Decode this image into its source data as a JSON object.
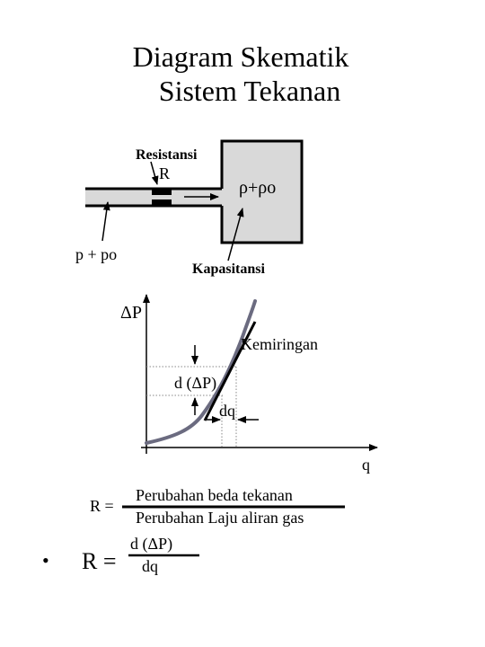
{
  "title": {
    "line1": "Diagram Skematik",
    "line2": "Sistem Tekanan"
  },
  "schematic": {
    "resistance_label": "Resistansi",
    "resistance_symbol": "R",
    "tank_label": "ρ+ρo",
    "inlet_label": "p + po",
    "capacitance_label": "Kapasitansi"
  },
  "graph": {
    "y_axis_label": "ΔP",
    "x_axis_label": "q",
    "slope_label": "Kemiringan",
    "delta_p_label": "d (ΔP)",
    "dq_label": "dq"
  },
  "formula1": {
    "lhs": "R =",
    "numerator": "Perubahan beda tekanan",
    "denominator": "Perubahan Laju aliran gas"
  },
  "formula2": {
    "bullet": "•",
    "lhs": "R =",
    "numerator": "d (ΔP)",
    "denominator": "dq"
  },
  "colors": {
    "tank_fill": "#d9d9d9",
    "pipe_fill": "#d9d9d9",
    "curve": "#6b6b80",
    "tangent": "#000000"
  }
}
